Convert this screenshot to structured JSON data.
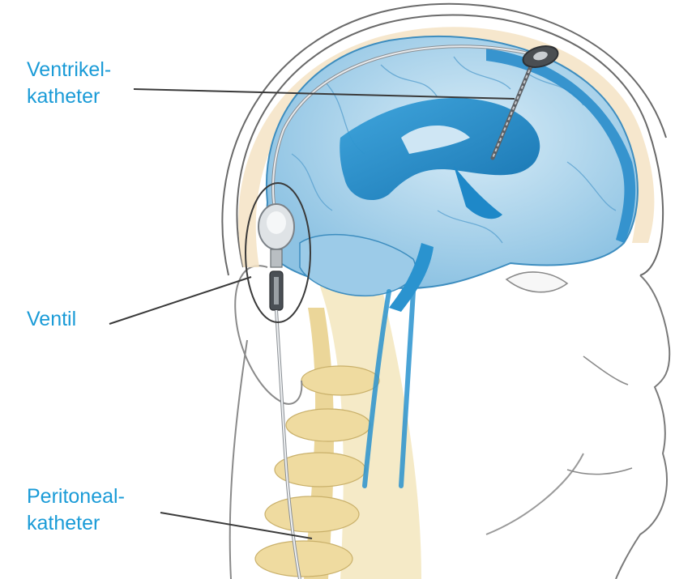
{
  "colors": {
    "label_text": "#1a9bd7",
    "leader_line": "#3a3a3a",
    "brain_fill": "#b9dcef",
    "ventricle_fill": "#1e88c8",
    "skull_outline": "#555555",
    "bone_fill": "#f0dfa8",
    "skin_line": "#777777"
  },
  "labels": {
    "ventricular_catheter": [
      "Ventrikel-",
      "katheter"
    ],
    "valve": "Ventil",
    "peritoneal_catheter": [
      "Peritoneal-",
      "katheter"
    ]
  },
  "icons": {
    "head": "head-anatomy-illustration",
    "shunt": "vp-shunt-illustration"
  }
}
